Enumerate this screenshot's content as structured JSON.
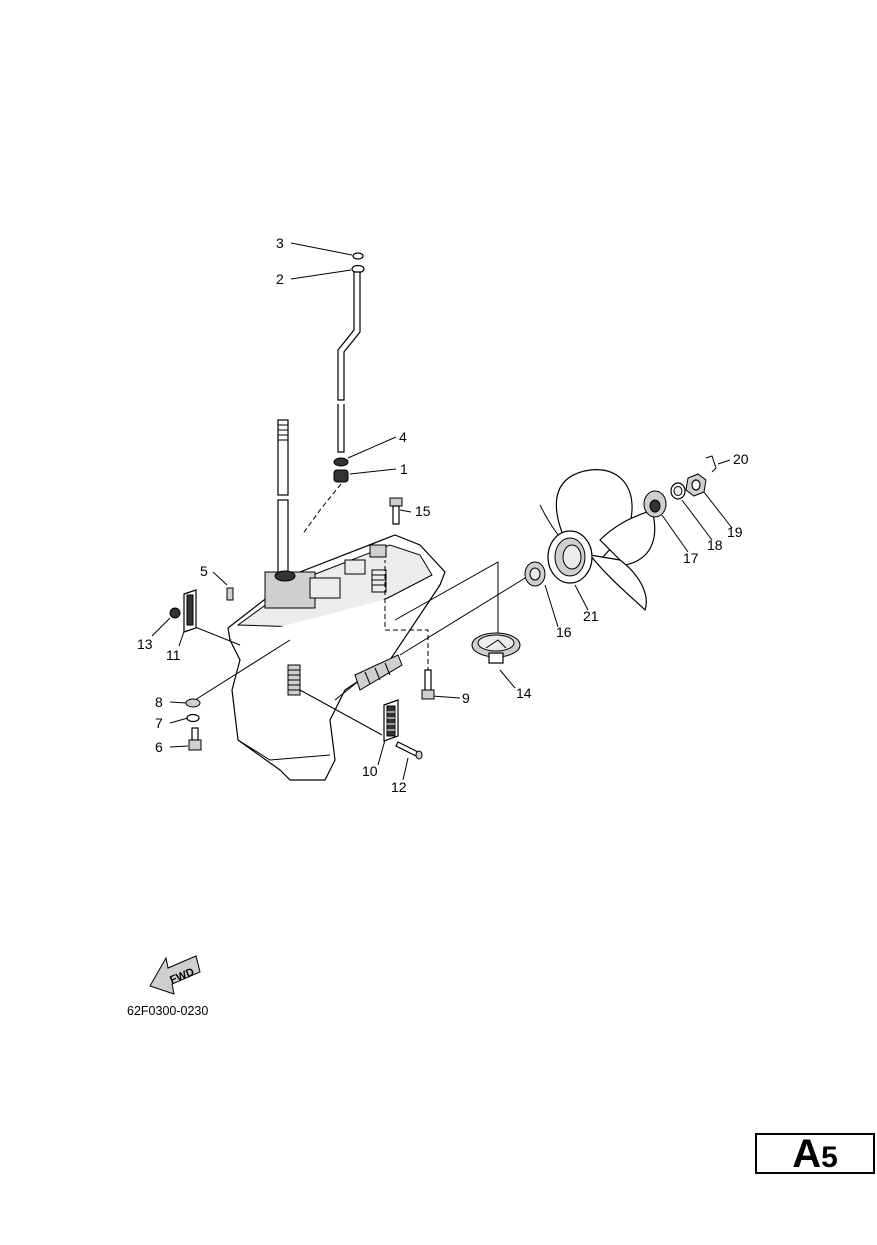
{
  "callouts": [
    {
      "id": "c1",
      "text": "1"
    },
    {
      "id": "c2",
      "text": "2"
    },
    {
      "id": "c3",
      "text": "3"
    },
    {
      "id": "c4",
      "text": "4"
    },
    {
      "id": "c5",
      "text": "5"
    },
    {
      "id": "c6",
      "text": "6"
    },
    {
      "id": "c7",
      "text": "7"
    },
    {
      "id": "c8",
      "text": "8"
    },
    {
      "id": "c9",
      "text": "9"
    },
    {
      "id": "c10",
      "text": "10"
    },
    {
      "id": "c11",
      "text": "11"
    },
    {
      "id": "c12",
      "text": "12"
    },
    {
      "id": "c13",
      "text": "13"
    },
    {
      "id": "c14",
      "text": "14"
    },
    {
      "id": "c15",
      "text": "15"
    },
    {
      "id": "c16",
      "text": "16"
    },
    {
      "id": "c17",
      "text": "17"
    },
    {
      "id": "c18",
      "text": "18"
    },
    {
      "id": "c19",
      "text": "19"
    },
    {
      "id": "c20",
      "text": "20"
    },
    {
      "id": "c21",
      "text": "21"
    }
  ],
  "fwd_label": "FWD",
  "diagram_code": "62F0300-0230",
  "page_badge": {
    "letter": "A",
    "number": "5"
  }
}
